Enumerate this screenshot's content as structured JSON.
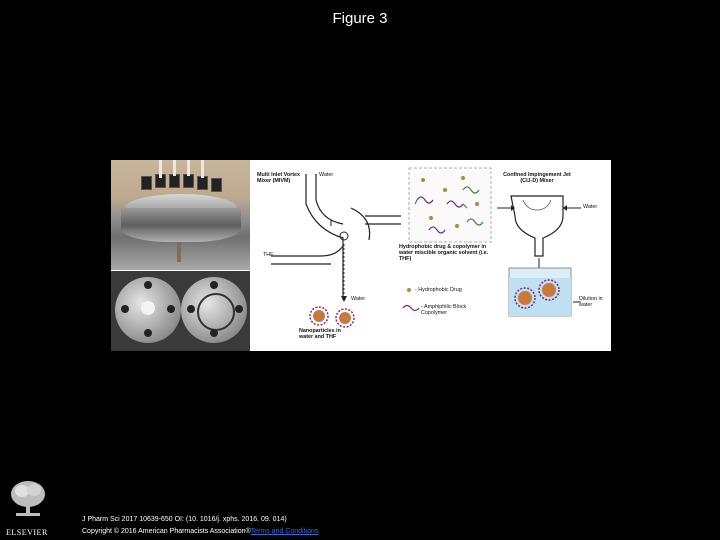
{
  "page": {
    "title": "Figure 3"
  },
  "figure": {
    "mivm_label": "Multi Inlet Vortex Mixer (MIVM)",
    "water_top": "Water",
    "thf": "THF",
    "water_bottom": "Water",
    "nanoparticles": "Nanoparticles in water and THF",
    "hydrophobic_mix": "Hydrophobic drug & copolymer in water miscible organic solvent (i.e. THF)",
    "legend_drug": "- Hydrophobic Drug",
    "legend_copolymer": "- Amphiphilic Block Copolymer",
    "cij_label": "Confined Impingement Jet (CIJ-D) Mixer",
    "water_right": "Water",
    "dilution": "Dilution in water"
  },
  "footer": {
    "citation": "J Pharm Sci 2017 10639-650 OI: (10. 1016/j. xphs. 2016. 09. 014)",
    "copyright": "Copyright © 2016 American Pharmacists Association®",
    "terms_link": "Terms and Conditions"
  },
  "publisher": {
    "name": "ELSEVIER"
  }
}
